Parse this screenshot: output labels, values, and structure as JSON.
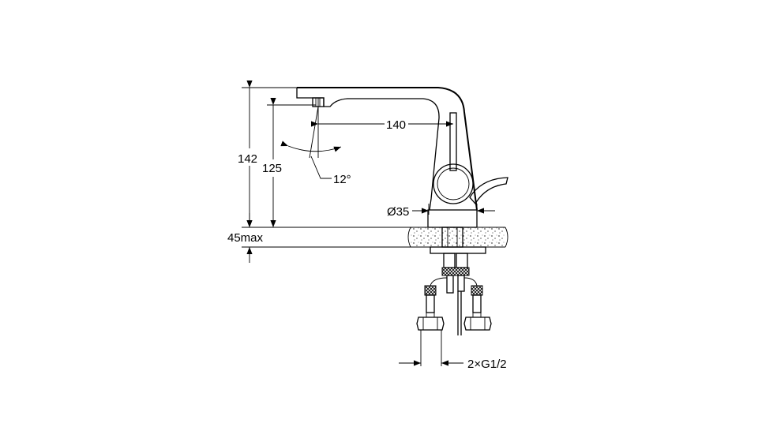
{
  "dimensions": {
    "overall_height": "142",
    "spout_height": "125",
    "spout_reach": "140",
    "spout_angle": "12°",
    "base_diameter": "Ø35",
    "deck_thickness": "45max",
    "connections": "2×G1/2"
  }
}
